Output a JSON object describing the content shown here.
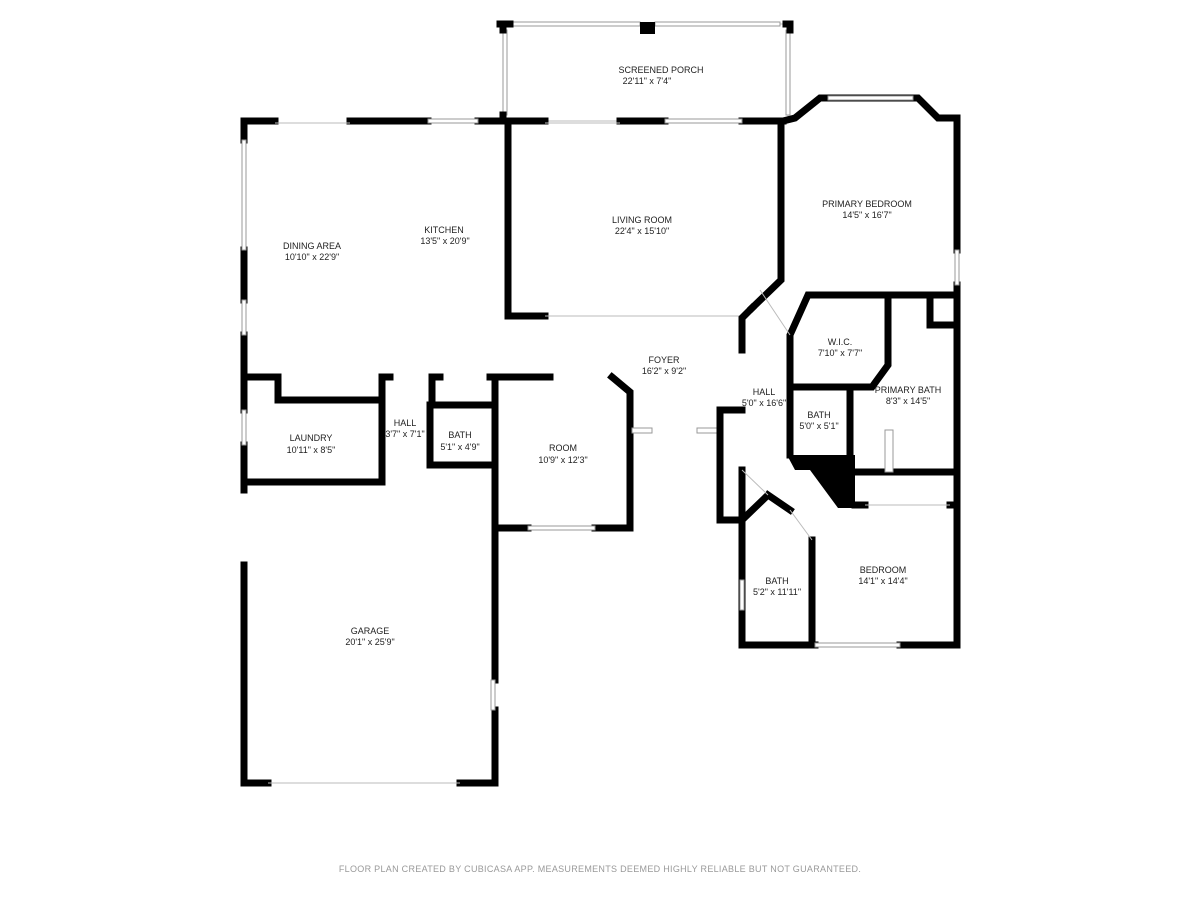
{
  "rooms": {
    "porch": {
      "name": "SCREENED PORCH",
      "size": "22'11\" x 7'4\""
    },
    "dining": {
      "name": "DINING AREA",
      "size": "10'10\" x 22'9\""
    },
    "kitchen": {
      "name": "KITCHEN",
      "size": "13'5\" x 20'9\""
    },
    "living": {
      "name": "LIVING ROOM",
      "size": "22'4\" x 15'10\""
    },
    "primary_bedroom": {
      "name": "PRIMARY BEDROOM",
      "size": "14'5\" x 16'7\""
    },
    "wic": {
      "name": "W.I.C.",
      "size": "7'10\" x 7'7\""
    },
    "primary_bath": {
      "name": "PRIMARY BATH",
      "size": "8'3\" x 14'5\""
    },
    "foyer": {
      "name": "FOYER",
      "size": "16'2\" x 9'2\""
    },
    "hall_east": {
      "name": "HALL",
      "size": "5'0\" x 16'6\""
    },
    "bath_small": {
      "name": "BATH",
      "size": "5'0\" x 5'1\""
    },
    "laundry": {
      "name": "LAUNDRY",
      "size": "10'11\" x 8'5\""
    },
    "hall_west": {
      "name": "HALL",
      "size": "3'7\" x 7'1\""
    },
    "bath_west": {
      "name": "BATH",
      "size": "5'1\" x 4'9\""
    },
    "room": {
      "name": "ROOM",
      "size": "10'9\" x 12'3\""
    },
    "bedroom": {
      "name": "BEDROOM",
      "size": "14'1\" x 14'4\""
    },
    "bath_east": {
      "name": "BATH",
      "size": "5'2\" x 11'11\""
    },
    "garage": {
      "name": "GARAGE",
      "size": "20'1\" x 25'9\""
    }
  },
  "footer": "FLOOR PLAN CREATED BY CUBICASA APP. MEASUREMENTS DEEMED HIGHLY RELIABLE BUT NOT GUARANTEED."
}
